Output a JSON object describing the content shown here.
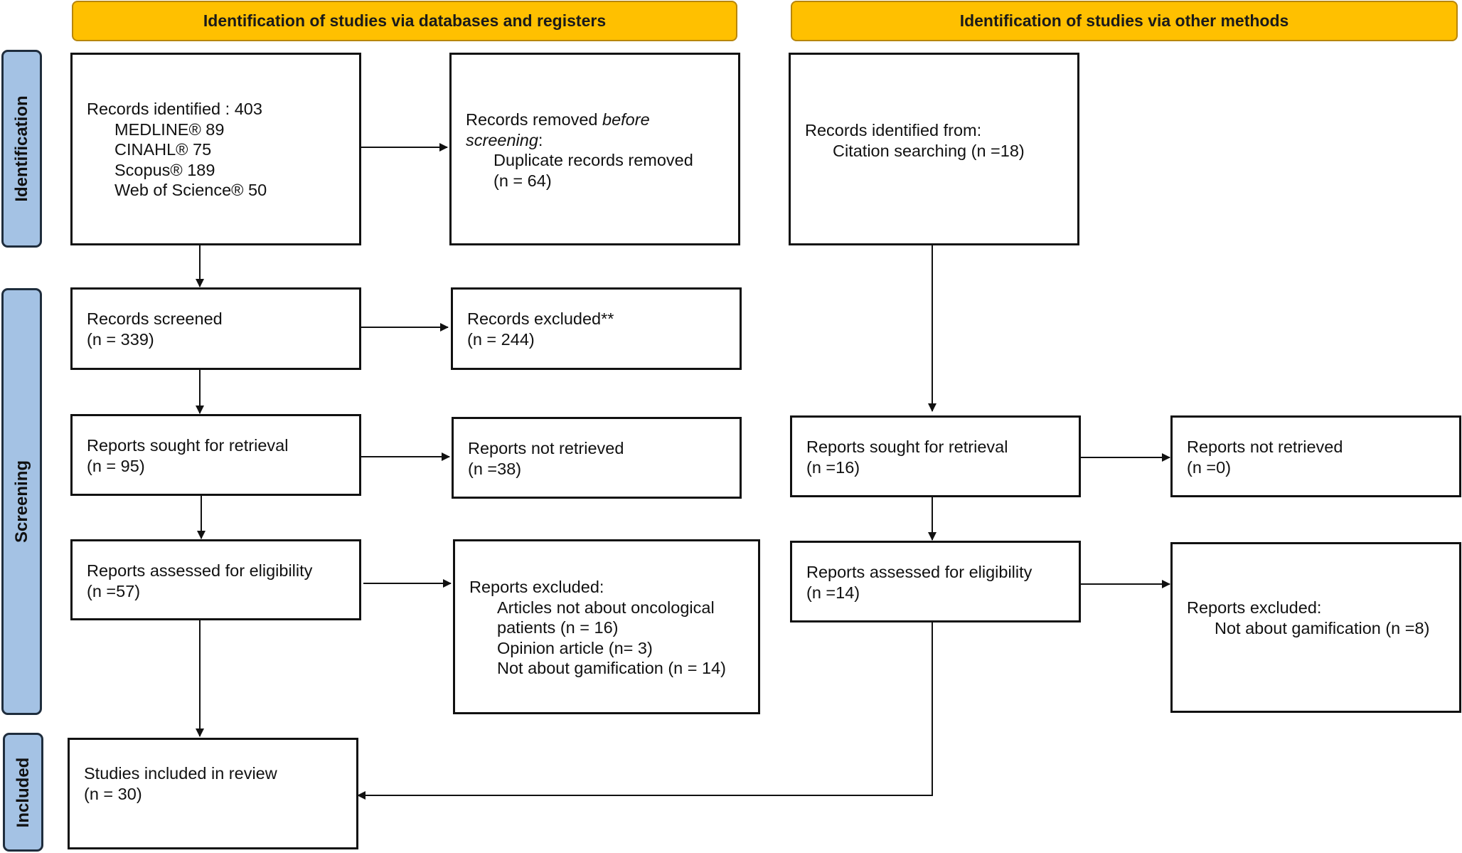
{
  "headers": {
    "databases": "Identification of studies via databases and registers",
    "other": "Identification of studies via other methods"
  },
  "stages": {
    "identification": "Identification",
    "screening": "Screening",
    "included": "Included"
  },
  "boxes": {
    "records_identified": {
      "line1": "Records identified : 403",
      "medline": "MEDLINE® 89",
      "cinahl": "CINAHL® 75",
      "scopus": "Scopus® 189",
      "wos": "Web of Science® 50"
    },
    "records_removed": {
      "prefix": "Records removed ",
      "italic": "before screening",
      "suffix": ":",
      "duplicates": "Duplicate records removed",
      "duplicates_n": "(n = 64)"
    },
    "other_identified": {
      "line1": "Records identified from:",
      "citation": "Citation searching (n =18)"
    },
    "records_screened": {
      "label": "Records screened",
      "n": "(n = 339)"
    },
    "records_excluded": {
      "label": "Records excluded**",
      "n": "(n = 244)"
    },
    "db_sought": {
      "label": "Reports sought for retrieval",
      "n": "(n = 95)"
    },
    "db_not_retrieved": {
      "label": "Reports not retrieved",
      "n": "(n =38)"
    },
    "db_assessed": {
      "label": "Reports assessed for eligibility",
      "n": "(n =57)"
    },
    "db_excluded": {
      "label": "Reports excluded:",
      "reason1": "Articles not about oncological",
      "reason1b": "patients (n = 16)",
      "reason2": "Opinion article (n= 3)",
      "reason3": "Not about gamification (n = 14)"
    },
    "included": {
      "label": "Studies included in review",
      "n": "(n = 30)"
    },
    "other_sought": {
      "label": "Reports sought for retrieval",
      "n": "(n =16)"
    },
    "other_not_retrieved": {
      "label": "Reports not retrieved",
      "n": "(n =0)"
    },
    "other_assessed": {
      "label": "Reports assessed for eligibility",
      "n": "(n =14)"
    },
    "other_excluded": {
      "label": "Reports excluded:",
      "reason1": "Not about gamification (n =8)"
    }
  },
  "colors": {
    "header_fill": "#ffc000",
    "side_fill": "#a4c2e4",
    "line": "#111111"
  }
}
